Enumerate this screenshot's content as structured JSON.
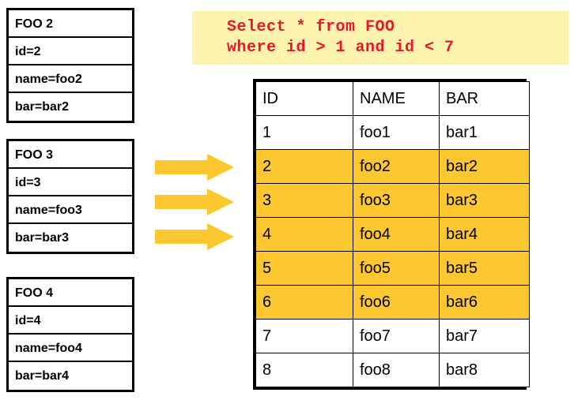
{
  "entity_boxes": [
    {
      "title": "FOO 2",
      "fields": [
        "id=2",
        "name=foo2",
        "bar=bar2"
      ]
    },
    {
      "title": "FOO 3",
      "fields": [
        "id=3",
        "name=foo3",
        "bar=bar3"
      ]
    },
    {
      "title": "FOO 4",
      "fields": [
        "id=4",
        "name=foo4",
        "bar=bar4"
      ]
    }
  ],
  "arrows": [
    {
      "name": "arrow-right-1"
    },
    {
      "name": "arrow-right-2"
    },
    {
      "name": "arrow-right-3"
    }
  ],
  "sql": {
    "line1": "Select * from FOO",
    "line2": "where id > 1 and id < 7",
    "background_color": "#fcf3ae",
    "text_color": "#e8152c"
  },
  "table": {
    "columns": [
      "ID",
      "NAME",
      "BAR"
    ],
    "rows": [
      {
        "id": "1",
        "name": "foo1",
        "bar": "bar1",
        "highlighted": false
      },
      {
        "id": "2",
        "name": "foo2",
        "bar": "bar2",
        "highlighted": true
      },
      {
        "id": "3",
        "name": "foo3",
        "bar": "bar3",
        "highlighted": true
      },
      {
        "id": "4",
        "name": "foo4",
        "bar": "bar4",
        "highlighted": true
      },
      {
        "id": "5",
        "name": "foo5",
        "bar": "bar5",
        "highlighted": true
      },
      {
        "id": "6",
        "name": "foo6",
        "bar": "bar6",
        "highlighted": true
      },
      {
        "id": "7",
        "name": "foo7",
        "bar": "bar7",
        "highlighted": false
      },
      {
        "id": "8",
        "name": "foo8",
        "bar": "bar8",
        "highlighted": false
      }
    ],
    "highlight_color": "#fdc82f",
    "plain_color": "#ffffff"
  },
  "colors": {
    "arrow": "#fdc82f",
    "border": "#000000"
  }
}
